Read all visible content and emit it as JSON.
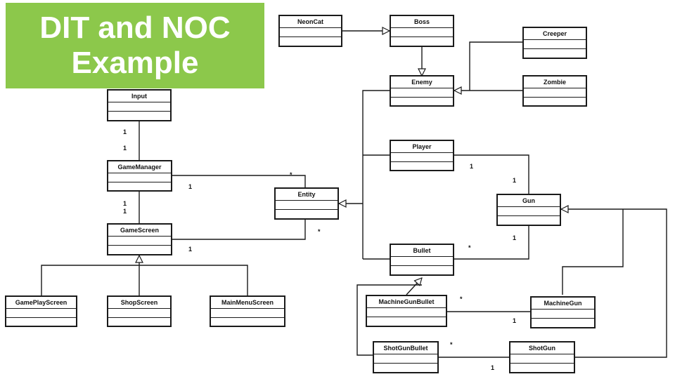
{
  "title": {
    "line1": "DIT and NOC",
    "line2": "Example"
  },
  "classes": {
    "neoncat": "NeonCat",
    "boss": "Boss",
    "creeper": "Creeper",
    "enemy": "Enemy",
    "zombie": "Zombie",
    "input": "Input",
    "gamemanager": "GameManager",
    "entity": "Entity",
    "player": "Player",
    "gun": "Gun",
    "gamescreen": "GameScreen",
    "bullet": "Bullet",
    "gameplayscreen": "GamePlayScreen",
    "shopscreen": "ShopScreen",
    "mainmenuscreen": "MainMenuScreen",
    "machinegunbullet": "MachineGunBullet",
    "machinegun": "MachineGun",
    "shotgunbullet": "ShotGunBullet",
    "shotgun": "ShotGun"
  },
  "multiplicities": {
    "input_gm_top": "1",
    "input_gm_bottom": "1",
    "gm_entity_one": "1",
    "gm_entity_many": "*",
    "gm_gs_top": "1",
    "gm_gs_bottom": "1",
    "gs_entity_one": "1",
    "gs_entity_many": "*",
    "player_gun_player": "1",
    "player_gun_gun": "1",
    "bullet_gun_many": "*",
    "bullet_gun_one": "1",
    "mgb_mg_many": "*",
    "mgb_mg_one": "1",
    "sgb_sg_many": "*",
    "sgb_sg_one": "1"
  }
}
